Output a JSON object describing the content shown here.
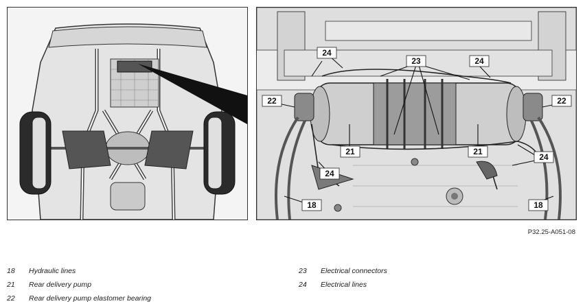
{
  "callouts": {
    "c18": "18",
    "c21": "21",
    "c22": "22",
    "c23": "23",
    "c24": "24"
  },
  "figure_ref": "P32.25-A051-08",
  "legend": {
    "left": [
      {
        "num": "18",
        "label": "Hydraulic lines"
      },
      {
        "num": "21",
        "label": "Rear delivery pump"
      },
      {
        "num": "22",
        "label": "Rear delivery pump elastomer bearing"
      }
    ],
    "right": [
      {
        "num": "23",
        "label": "Electrical connectors"
      },
      {
        "num": "24",
        "label": "Electrical lines"
      }
    ]
  },
  "colors": {
    "line_art": "#1a1a1a",
    "panel_bg": "#f3f3f3",
    "tire": "#2b2b2b"
  }
}
